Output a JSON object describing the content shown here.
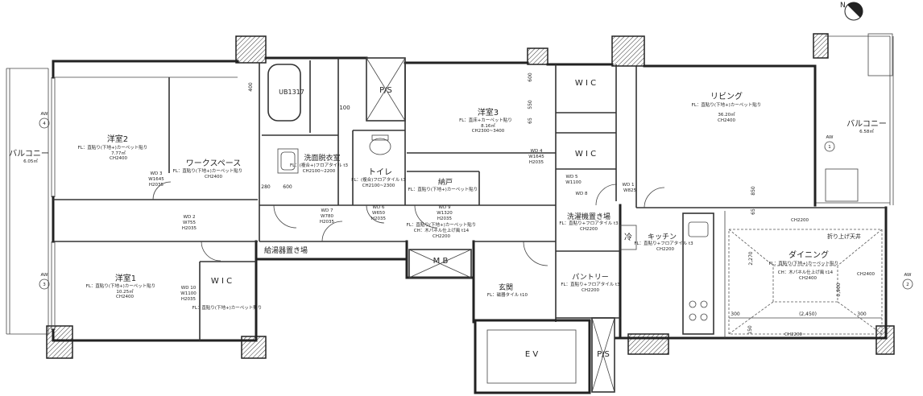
{
  "compass": {
    "north": "N"
  },
  "markers": [
    {
      "label": "AW",
      "num": "4"
    },
    {
      "label": "AW",
      "num": "3"
    },
    {
      "label": "AW",
      "num": "1"
    },
    {
      "label": "AW",
      "num": "2"
    }
  ],
  "rooms": {
    "balcony_left": {
      "name": "バルコニー",
      "area": "6.05㎡"
    },
    "western_room_2": {
      "name": "洋室2",
      "floor": "FL：直貼り(下地+)カーペット貼り",
      "area": "7.77㎡",
      "ceiling": "CH2400"
    },
    "workspace": {
      "name": "ワークスペース",
      "floor": "FL：直貼り(下地+)カーペット貼り",
      "ceiling": "CH2400"
    },
    "bath": {
      "name": "UB1317"
    },
    "ps_top": {
      "name": "P/S"
    },
    "western_room_3": {
      "name": "洋室3",
      "floor": "FL：直床+カーペット貼り",
      "area": "8.16㎡",
      "ceiling": "CH2300~3400"
    },
    "wic_top_1": {
      "name": "W I C"
    },
    "wic_top_2": {
      "name": "W I C"
    },
    "living": {
      "name": "リビング",
      "floor": "FL：直貼り(下地+)カーペット貼り",
      "area": "36.20㎡",
      "ceiling": "CH2400"
    },
    "balcony_right": {
      "name": "バルコニー",
      "area": "6.58㎡"
    },
    "washroom": {
      "name": "洗面脱衣室",
      "floor": "FL：(複合+)フロアタイル t3",
      "ceiling": "CH2100~2200"
    },
    "toilet": {
      "name": "トイレ",
      "floor": "FL：(複合)フロアタイル t3",
      "ceiling": "CH2100~2300"
    },
    "storage": {
      "name": "納戸",
      "floor": "FL：直貼り(下地+)カーペット貼り"
    },
    "corridor": {
      "floor": "FL：直貼り(下地+)カーペット貼り",
      "ceiling_finish": "CH：木パネル仕上げ風 t14",
      "ceiling": "CH2200"
    },
    "laundry": {
      "name": "洗濯機置き場",
      "floor": "FL：直貼り+フロアタイル t3",
      "ceiling": "CH2200"
    },
    "fridge": {
      "name": "冷"
    },
    "kitchen": {
      "name": "キッチン",
      "floor": "FL：直貼り+フロアタイル t3",
      "ceiling": "CH2200"
    },
    "dining": {
      "name": "ダイニング",
      "floor": "FL：直貼り(下地+)カーペット貼り",
      "ceiling_finish": "CH：木パネル仕上げ風 t14",
      "ceiling": "CH2400",
      "note": "折り上げ天井"
    },
    "western_room_1": {
      "name": "洋室1",
      "floor": "FL：直貼り(下地+)カーペット貼り",
      "area": "10.25㎡",
      "ceiling": "CH2400"
    },
    "wic_lower": {
      "name": "W I C",
      "floor": "FL：直貼り(下地+)カーペット貼り"
    },
    "water_heater": {
      "name": "給湯器置き場"
    },
    "mb": {
      "name": "M B"
    },
    "entrance": {
      "name": "玄関",
      "floor": "FL：磁器タイル t10"
    },
    "pantry": {
      "name": "パントリー",
      "floor": "FL：直貼り+フロアタイル t3",
      "ceiling": "CH2200"
    },
    "ev": {
      "name": "E V"
    },
    "ps_bottom": {
      "name": "P/S"
    }
  },
  "doors": [
    {
      "tag": "WD 3",
      "w": "W1645",
      "h": "H2035"
    },
    {
      "tag": "WD 2",
      "w": "W755",
      "h": "H2035"
    },
    {
      "tag": "WD 10",
      "w": "W1100",
      "h": "H2035"
    },
    {
      "tag": "WD 7",
      "w": "W780",
      "h": "H2035"
    },
    {
      "tag": "WD 6",
      "w": "W650",
      "h": "H2035"
    },
    {
      "tag": "WD 9",
      "w": "W1320",
      "h": "H2035"
    },
    {
      "tag": "WD 4",
      "w": "W1645",
      "h": "H2035"
    },
    {
      "tag": "WD 5",
      "w": "W1100"
    },
    {
      "tag": "WD 8"
    },
    {
      "tag": "WD 1",
      "w": "W825"
    }
  ],
  "dimensions": [
    "600",
    "280",
    "100",
    "400",
    "600",
    "550",
    "65",
    "850",
    "65",
    "2,270",
    "0,900",
    "300",
    "(2,450)",
    "300",
    "150"
  ],
  "ceiling_marks": [
    "CH2200",
    "CH2400",
    "CH2200"
  ]
}
